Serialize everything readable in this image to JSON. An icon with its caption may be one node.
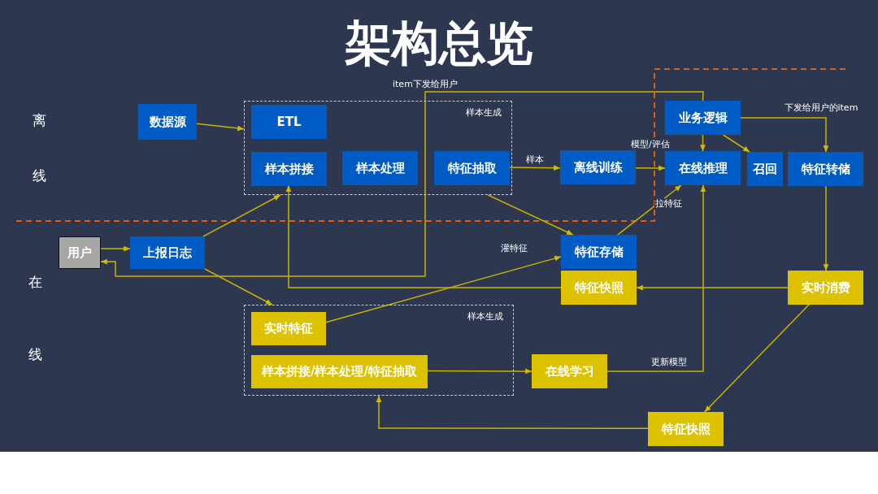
{
  "diagram": {
    "title": "架构总览",
    "nodes": [
      {
        "text": [
          "数据源"
        ]
      },
      {
        "text": [
          "样本生成"
        ]
      },
      {
        "text": [
          "ETL"
        ],
        "in": 1
      },
      {
        "text": [
          "样本拼接"
        ],
        "in": 1
      },
      {
        "text": [
          "样本处理"
        ],
        "in": 1
      },
      {
        "text": [
          "特征抽取"
        ],
        "in": 1
      },
      {
        "text": [
          "离线训练"
        ]
      },
      {
        "text": [
          "业务逻辑"
        ]
      },
      {
        "text": [
          "在线推理"
        ]
      },
      {
        "text": [
          "召回"
        ]
      },
      {
        "text": [
          "特征转储"
        ]
      },
      {
        "text": [
          "用户"
        ]
      },
      {
        "text": [
          "上报日志"
        ]
      },
      {
        "text": [
          "特征存储"
        ]
      },
      {
        "text": [
          "特征快照"
        ]
      },
      {
        "text": [
          "实时消费"
        ]
      },
      {
        "text": [
          "样本生成"
        ]
      },
      {
        "text": [
          "实时特征"
        ],
        "in": 16
      },
      {
        "text": [
          "样本拼接/样本处理/特征抽取"
        ],
        "in": 16
      },
      {
        "text": [
          "在线学习"
        ]
      },
      {
        "text": [
          "特征快照"
        ]
      }
    ],
    "edges": [
      {
        "from": 0,
        "to": 1,
        "arrow": "to"
      },
      {
        "from": 12,
        "to": 1,
        "arrow": "to"
      },
      {
        "from": 11,
        "to": 12,
        "arrow": "to"
      },
      {
        "from": 7,
        "to": 11,
        "arrow": "to",
        "label": "item下发给用户"
      },
      {
        "from": 5,
        "to": 6,
        "arrow": "to",
        "label": "样本"
      },
      {
        "from": 6,
        "to": 8,
        "arrow": "to",
        "label": "模型/评估"
      },
      {
        "from": 7,
        "to": 8,
        "arrow": "to"
      },
      {
        "from": 7,
        "to": 9,
        "arrow": "to"
      },
      {
        "from": 7,
        "to": 10,
        "arrow": "to",
        "label": "下发给用户的item"
      },
      {
        "from": 1,
        "to": 13,
        "arrow": "to"
      },
      {
        "from": 13,
        "to": 8,
        "arrow": "to",
        "label": "拉特征"
      },
      {
        "from": 17,
        "to": 13,
        "arrow": "to",
        "label": "灌特征"
      },
      {
        "from": 12,
        "to": 16,
        "arrow": "to"
      },
      {
        "from": 15,
        "to": 14,
        "arrow": "to"
      },
      {
        "from": 10,
        "to": 15,
        "arrow": "to"
      },
      {
        "from": 14,
        "to": 3,
        "arrow": "to"
      },
      {
        "from": 18,
        "to": 19,
        "arrow": "to"
      },
      {
        "from": 19,
        "to": 8,
        "arrow": "to",
        "label": "更新模型"
      },
      {
        "from": 15,
        "to": 20,
        "arrow": "to"
      },
      {
        "from": 20,
        "to": 16,
        "arrow": "to"
      }
    ],
    "labels": [
      "离",
      "线",
      "在",
      "线"
    ]
  }
}
